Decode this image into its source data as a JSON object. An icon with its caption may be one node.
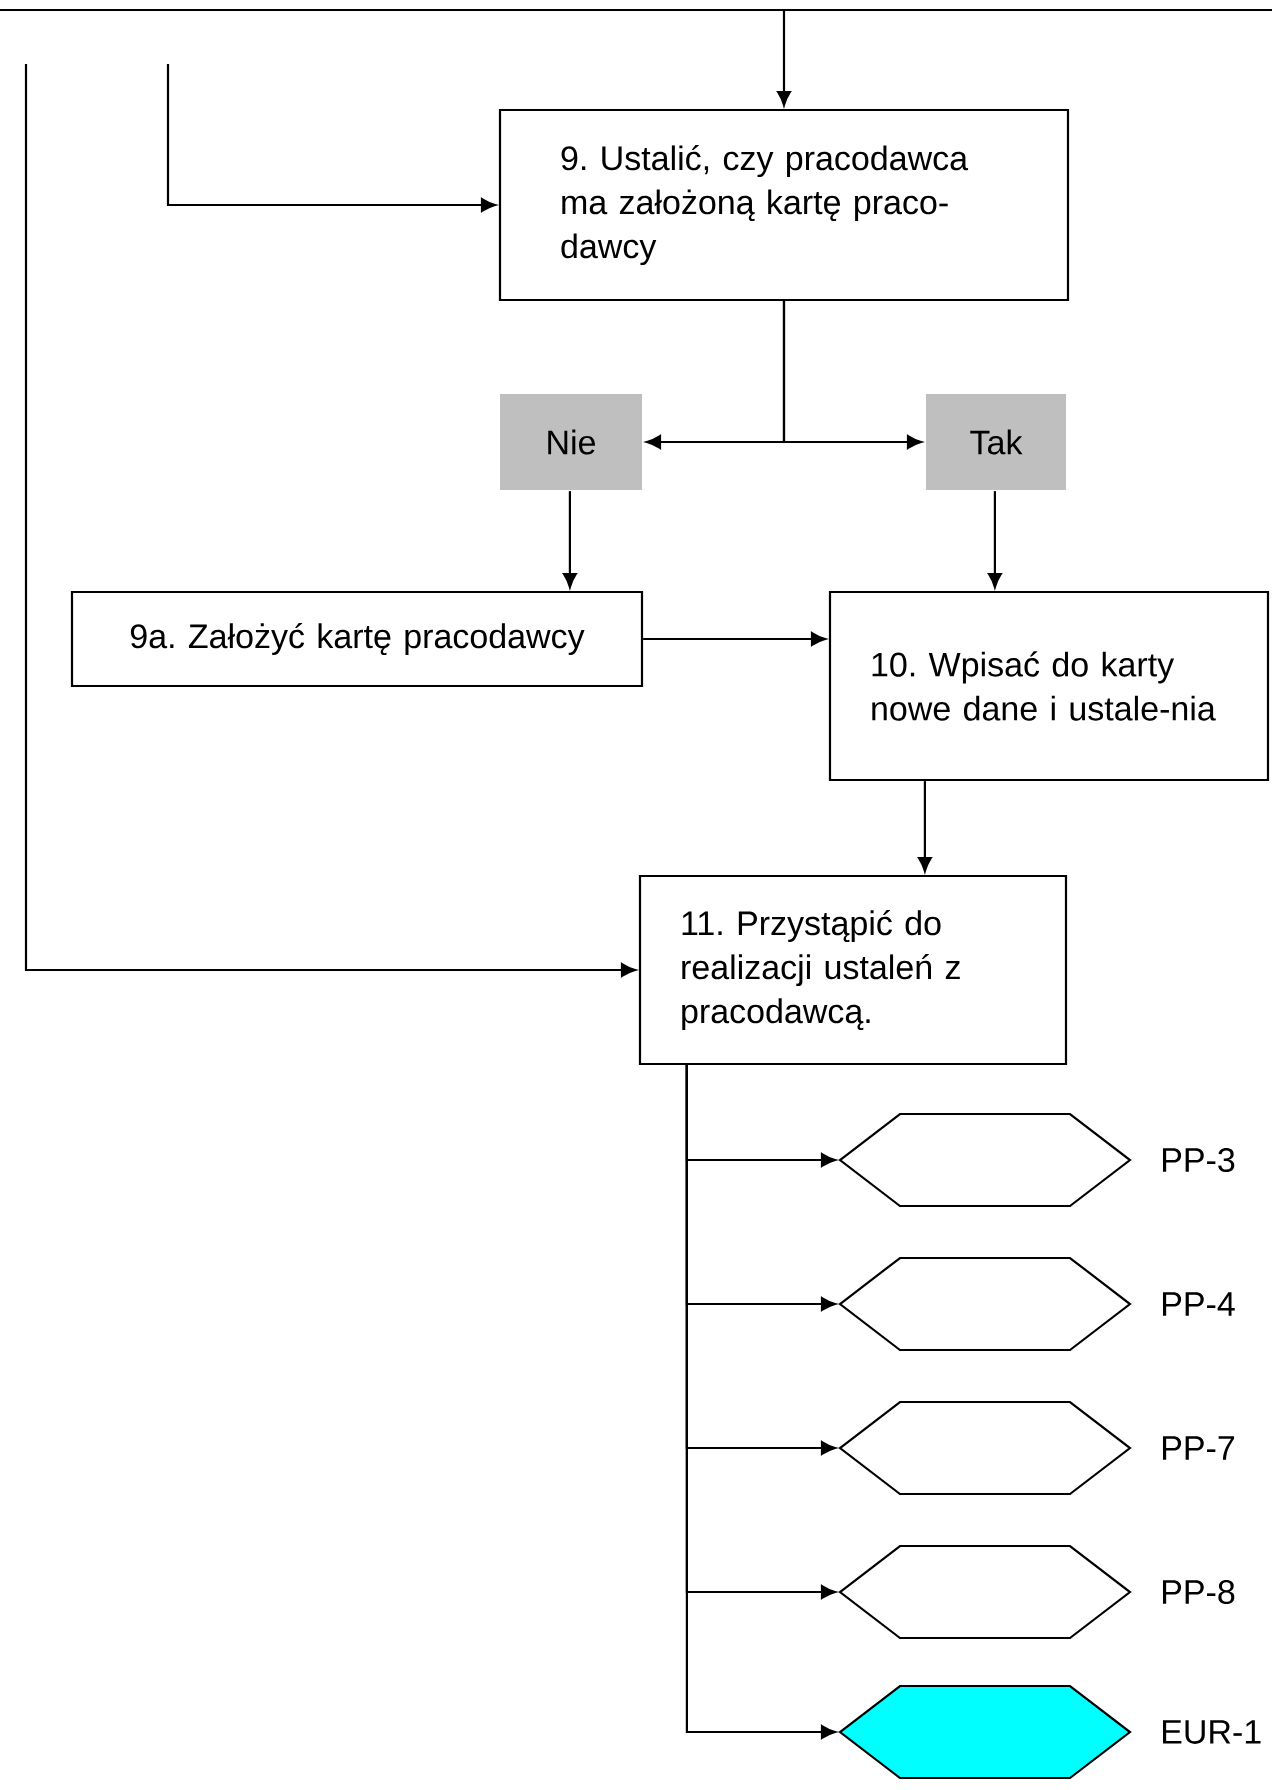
{
  "diagram": {
    "nodes": [
      {
        "text": [
          "9. Ustalić, czy pracodawca ma założoną kartę praco-dawcy"
        ]
      },
      {
        "text": [
          "Nie"
        ]
      },
      {
        "text": [
          "Tak"
        ]
      },
      {
        "text": [
          "9a. Założyć kartę pracodawcy"
        ]
      },
      {
        "text": [
          "10. Wpisać do karty nowe dane i ustale-nia"
        ]
      },
      {
        "text": [
          "11. Przystąpić do realizacji ustaleń z pracodawcą."
        ]
      },
      {
        "text": [],
        "shape": "hexagon",
        "beside": [
          "PP-3"
        ]
      },
      {
        "text": [],
        "shape": "hexagon",
        "beside": [
          "PP-4"
        ]
      },
      {
        "text": [],
        "shape": "hexagon",
        "beside": [
          "PP-7"
        ]
      },
      {
        "text": [],
        "shape": "hexagon",
        "beside": [
          "PP-8"
        ]
      },
      {
        "text": [],
        "shape": "hexagon",
        "beside": [
          "EUR-1"
        ]
      }
    ],
    "edges": [
      {
        "from": null,
        "to": 0,
        "arrow": "to"
      },
      {
        "from": null,
        "to": 0,
        "arrow": "to"
      },
      {
        "from": 0,
        "to": 1,
        "arrow": "to"
      },
      {
        "from": 0,
        "to": 2,
        "arrow": "to"
      },
      {
        "from": 1,
        "to": 3,
        "arrow": "to"
      },
      {
        "from": 2,
        "to": 4,
        "arrow": "to"
      },
      {
        "from": 3,
        "to": 4,
        "arrow": "to"
      },
      {
        "from": 4,
        "to": 5,
        "arrow": "to"
      },
      {
        "from": null,
        "to": 5,
        "arrow": "to"
      },
      {
        "from": 5,
        "to": 6,
        "arrow": "to"
      },
      {
        "from": 5,
        "to": 7,
        "arrow": "to"
      },
      {
        "from": 5,
        "to": 8,
        "arrow": "to"
      },
      {
        "from": 5,
        "to": 9,
        "arrow": "to"
      },
      {
        "from": 5,
        "to": 10,
        "arrow": "to"
      }
    ]
  }
}
